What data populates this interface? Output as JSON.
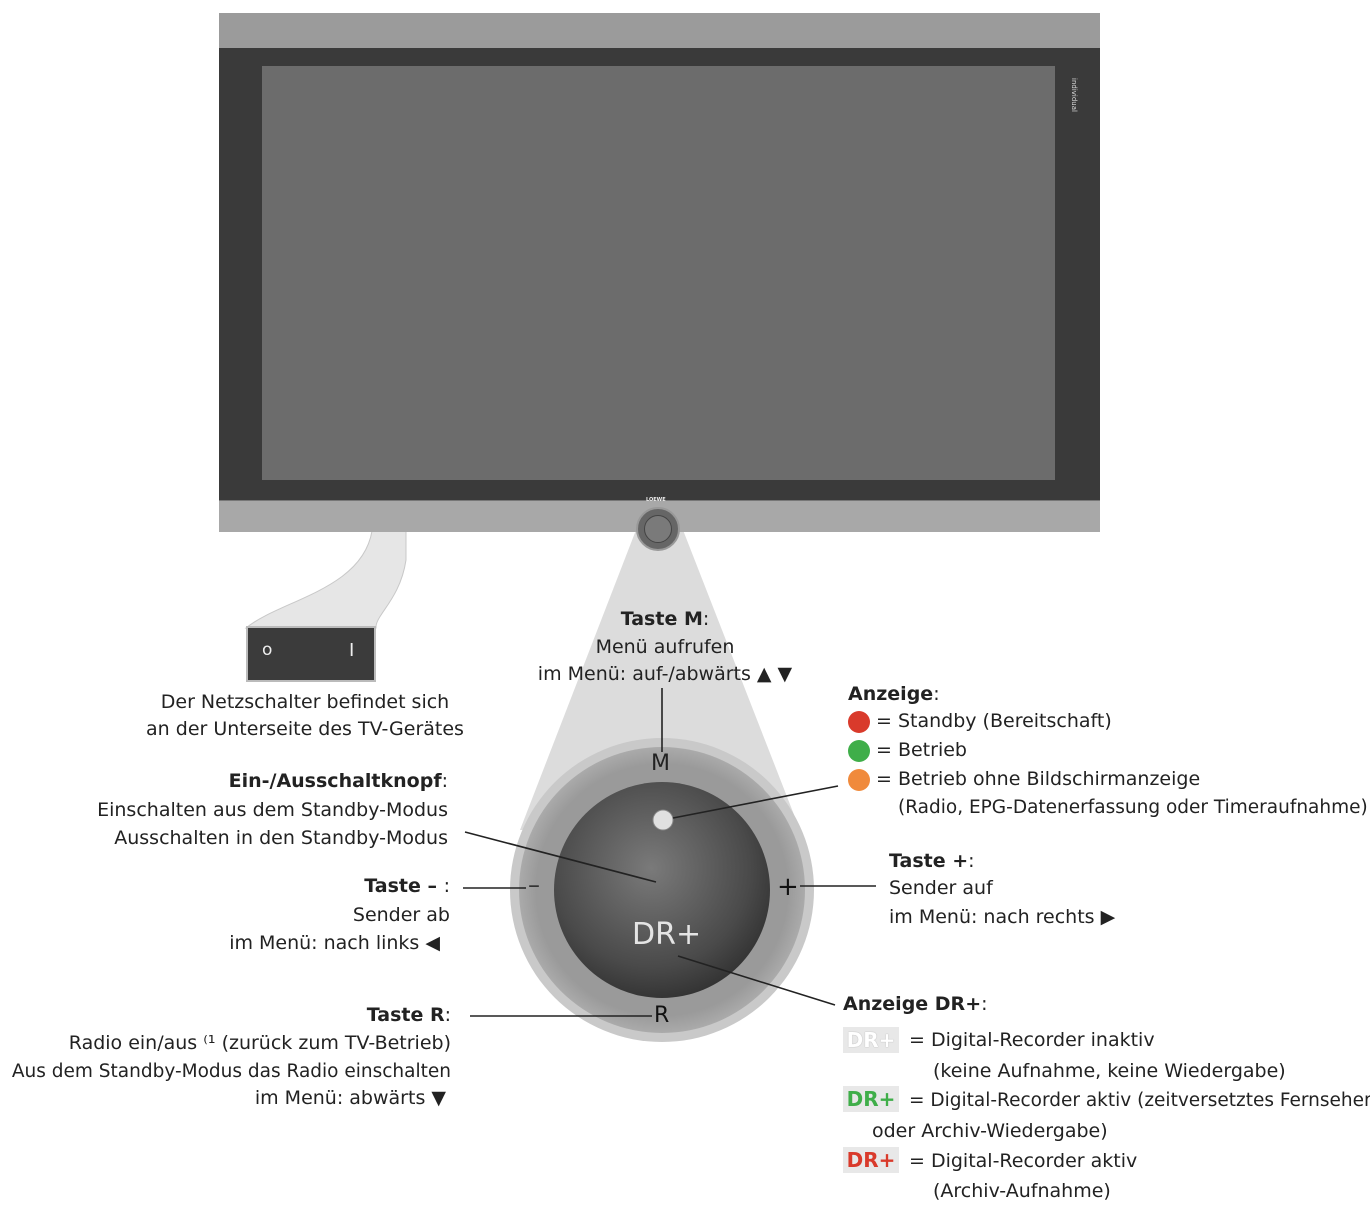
{
  "tv": {
    "brand_logo": "LOEWE",
    "side_label": "individual"
  },
  "power_switch": {
    "off_symbol": "o",
    "on_symbol": "I",
    "caption_line1": "Der Netzschalter befindet sich",
    "caption_line2": "an der Unterseite des TV-Gerätes"
  },
  "control": {
    "label_m": "M",
    "label_plus": "+",
    "label_minus": "–",
    "label_r": "R",
    "label_dr": "DR+"
  },
  "taste_m": {
    "title": "Taste M",
    "line1": "Menü aufrufen",
    "line2": "im Menü: auf-/abwärts ▲ ▼"
  },
  "anzeige": {
    "title": "Anzeige",
    "items": [
      {
        "color": "#d93a2b",
        "text": "= Standby (Bereitschaft)"
      },
      {
        "color": "#3fae49",
        "text": "= Betrieb"
      },
      {
        "color": "#f08a3c",
        "text": "= Betrieb ohne Bildschirmanzeige"
      }
    ],
    "note": "(Radio, EPG-Datenerfassung oder Timeraufnahme)"
  },
  "ein_aus": {
    "title": "Ein-/Ausschaltknopf",
    "line1": "Einschalten aus dem Standby-Modus",
    "line2": "Ausschalten in den Standby-Modus"
  },
  "taste_minus": {
    "title": "Taste – ",
    "line1": "Sender ab",
    "line2": "im Menü: nach links ◀"
  },
  "taste_plus": {
    "title": "Taste +",
    "line1": "Sender auf",
    "line2": "im Menü: nach rechts ▶"
  },
  "taste_r": {
    "title": "Taste R",
    "line1": "Radio ein/aus ⁽¹ (zurück zum TV-Betrieb)",
    "line2": "Aus dem Standby-Modus das Radio einschalten",
    "line3": "im Menü: abwärts ▼"
  },
  "anzeige_dr": {
    "title": "Anzeige DR+",
    "items": [
      {
        "badge": "DR+",
        "color": "#ffffff",
        "line1": "= Digital-Recorder inaktiv",
        "line2": "(keine Aufnahme, keine Wiedergabe)"
      },
      {
        "badge": "DR+",
        "color": "#3fae49",
        "line1": "= Digital-Recorder aktiv (zeitversetztes Fernsehen",
        "line2": "oder Archiv-Wiedergabe)"
      },
      {
        "badge": "DR+",
        "color": "#d93a2b",
        "line1": "= Digital-Recorder aktiv",
        "line2": "(Archiv-Aufnahme)"
      }
    ]
  }
}
